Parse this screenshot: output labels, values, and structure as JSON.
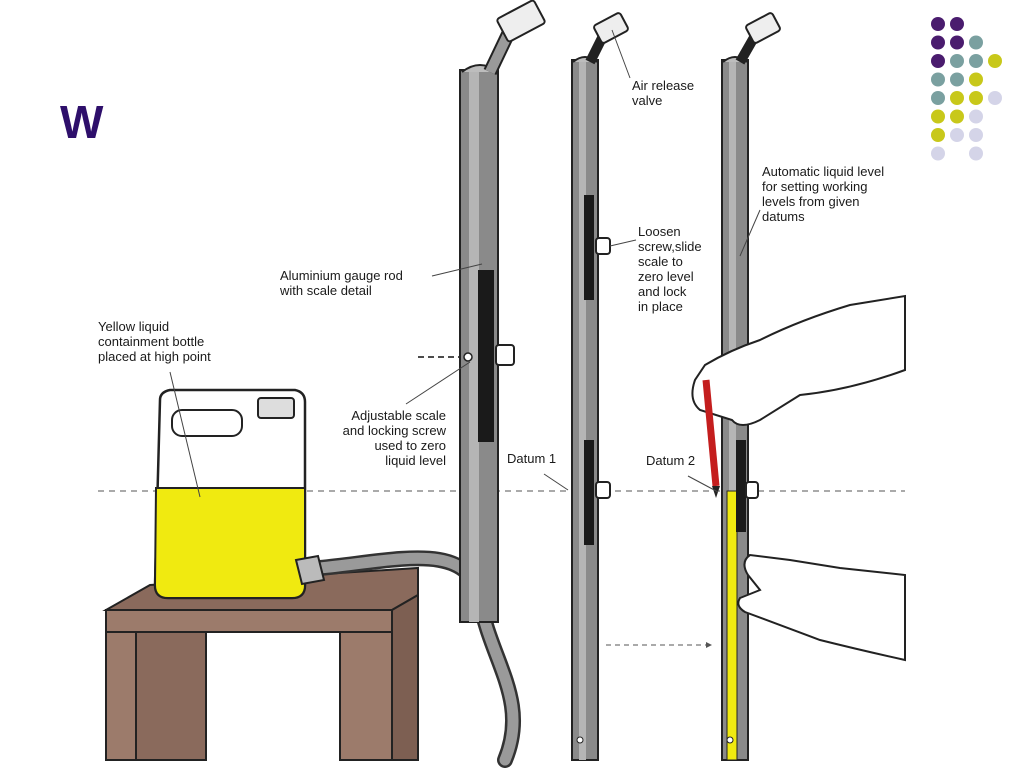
{
  "slide": {
    "title_fragment": "W"
  },
  "labels": {
    "air_release_valve": [
      "Air release",
      "valve"
    ],
    "automatic_liquid_level": [
      "Automatic liquid level",
      "for setting working",
      "levels from given",
      "datums"
    ],
    "loosen_screw": [
      "Loosen",
      "screw,slide",
      "scale to",
      "zero level",
      "and lock",
      "in place"
    ],
    "aluminium_gauge_rod": [
      "Aluminium gauge rod",
      "with scale detail"
    ],
    "yellow_liquid_bottle": [
      "Yellow liquid",
      "containment bottle",
      "placed at high point"
    ],
    "adjustable_scale": [
      "Adjustable scale",
      "and locking screw",
      "used to zero",
      "liquid level"
    ],
    "datum_1": "Datum 1",
    "datum_2": "Datum 2"
  },
  "colors": {
    "title": "#2e0f6b",
    "liquid_yellow": "#f0ea10",
    "table_brown": "#9c7b6b",
    "rod_grey": "#8a8a8a",
    "dot_purple": "#4a1c6e",
    "dot_teal": "#7aa0a0",
    "dot_olive": "#c8c81a",
    "dot_lavender": "#d4d4e8"
  },
  "decor": {
    "dot_grid": [
      [
        "purple",
        "purple",
        "none",
        "none"
      ],
      [
        "purple",
        "purple",
        "teal",
        "none"
      ],
      [
        "purple",
        "teal",
        "teal",
        "olive"
      ],
      [
        "teal",
        "teal",
        "olive",
        "none"
      ],
      [
        "teal",
        "olive",
        "olive",
        "lavender"
      ],
      [
        "olive",
        "olive",
        "lavender",
        "none"
      ],
      [
        "olive",
        "lavender",
        "lavender",
        "none"
      ],
      [
        "lavender",
        "none",
        "lavender",
        "none"
      ]
    ]
  }
}
